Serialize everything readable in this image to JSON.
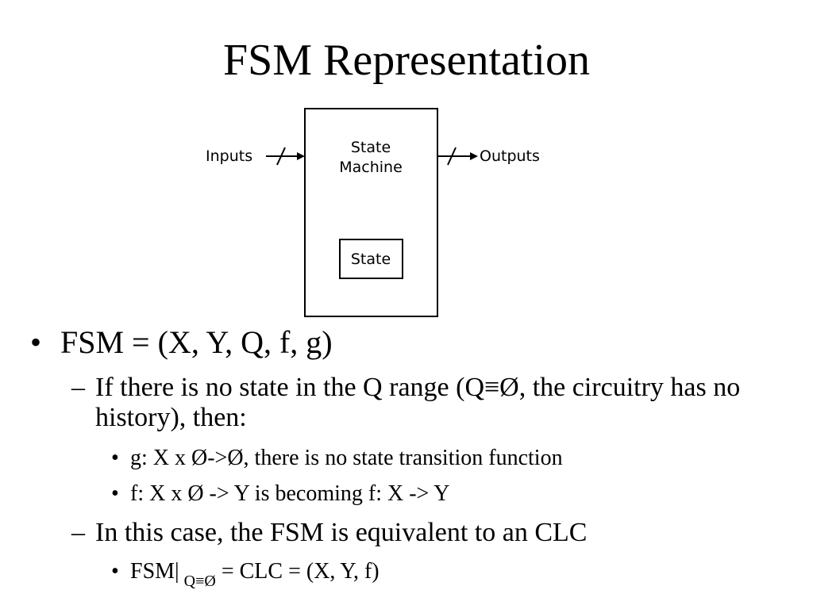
{
  "slide": {
    "title": "FSM Representation"
  },
  "diagram": {
    "inputs_label": "Inputs",
    "outputs_label": "Outputs",
    "machine_label_line1": "State",
    "machine_label_line2": "Machine",
    "state_label": "State"
  },
  "bullets": {
    "level1_marker": "•",
    "level2_marker": "–",
    "level3_marker": "•",
    "fsm_def": "FSM = (X, Y, Q, f, g)",
    "no_state": "If there is no state in the Q range (Q≡Ø, the circuitry has no history), then:",
    "g_line": "g: X x Ø->Ø, there is no state transition function",
    "f_line": "f: X x Ø -> Y is becoming f: X -> Y",
    "equiv": "In this case, the FSM is equivalent to an CLC",
    "fsm_restrict_prefix": "FSM|",
    "fsm_restrict_sub": "Q≡Ø",
    "fsm_restrict_suffix": " = CLC = (X, Y, f)"
  }
}
